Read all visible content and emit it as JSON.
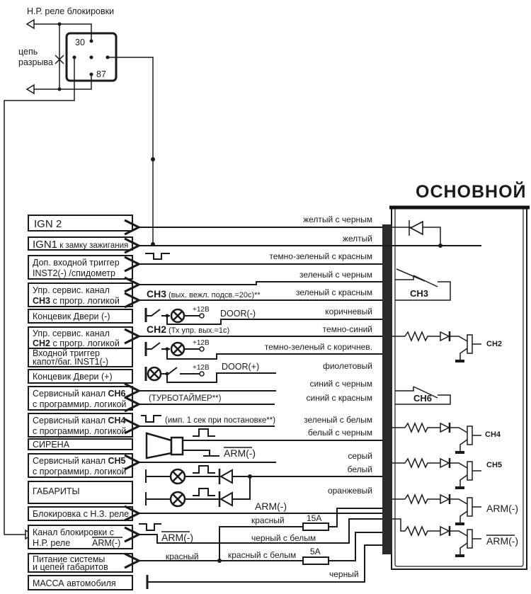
{
  "relay": {
    "title": "Н.Р. реле блокировки",
    "pin30": "30",
    "pin87": "87",
    "break_label_1": "цепь",
    "break_label_2": "разрыва"
  },
  "unit": {
    "title": "ОСНОВНОЙ",
    "ch3": "CH3",
    "ch6": "CH6",
    "ch2": "CH2",
    "ch4": "CH4",
    "ch5": "CH5",
    "arm": "ARM(-)",
    "arm_bar": "ARM(-)"
  },
  "left_boxes": [
    {
      "id": "ign2",
      "line1": "IGN 2"
    },
    {
      "id": "ign1",
      "line1_bold": "IGN1",
      "line1": " к замку зажигания"
    },
    {
      "id": "inst2",
      "line1": "Доп. входной триггер",
      "line2": "INST2(-) /спидометр"
    },
    {
      "id": "ch3",
      "line1": "Упр. сервис. канал",
      "line2_bold": "CH3",
      "line2": " с прогр. логикой"
    },
    {
      "id": "door_minus",
      "line1": "Концевик Двери (-)"
    },
    {
      "id": "ch2",
      "line1": "Упр. сервис. канал",
      "line2_bold": "CH2",
      "line2": " с прогр. логикой"
    },
    {
      "id": "inst1",
      "line1": "Входной триггер",
      "line2": "капот/баг. INST1(-)"
    },
    {
      "id": "door_plus",
      "line1": "Концевик Двери (+)"
    },
    {
      "id": "ch6",
      "line1": "Сервисный канал ",
      "line1_bold": "CH6",
      "line2": "с программир. логикой"
    },
    {
      "id": "ch4",
      "line1": "Сервисный канал ",
      "line1_bold": "CH4",
      "line2": "с программир. логикой"
    },
    {
      "id": "siren",
      "line1": "СИРЕНА"
    },
    {
      "id": "ch5",
      "line1": "Сервисный канал ",
      "line1_bold": "CH5",
      "line2": "с программир. логикой"
    },
    {
      "id": "parking",
      "line1": "ГАБАРИТЫ"
    },
    {
      "id": "nc_block",
      "line1": "Блокировка с Н.З. реле"
    },
    {
      "id": "no_block",
      "line1": "Канал блокировки с",
      "line2": "Н.Р. реле",
      "line2_arm": "ARM(-)"
    },
    {
      "id": "power",
      "line1": "Питание системы",
      "line2": "и цепей габаритов"
    },
    {
      "id": "ground",
      "line1": "МАССА автомобиля"
    }
  ],
  "wires": {
    "yellow_black": "желтый с черным",
    "yellow": "желтый",
    "dkgreen_red": "темно-зеленый с красным",
    "green_black": "зеленый с черным",
    "green_red": "зеленый с красным",
    "brown": "коричневый",
    "dkblue": "темно-синий",
    "dkgreen_brown": "темно-зеленый с коричнев.",
    "violet": "фиолетовый",
    "blue_black": "синий с черным",
    "blue_red": "синий с красным",
    "green_white": "зеленый с белым",
    "white_black": "белый с черным",
    "grey": "серый",
    "white": "белый",
    "orange": "оранжевый",
    "red1": "красный",
    "black_white": "черный с белым",
    "red2": "красный",
    "red_white": "красный с белым",
    "black": "черный"
  },
  "notes": {
    "ch3_bold": "CH3",
    "ch3_note": "(вых. вежл. подсв.=20с)**",
    "ch2_bold": "CH2",
    "ch2_note": "(Тх упр. вых.=1с)",
    "plus12": "+12В",
    "door_minus": "DOOR(-)",
    "door_plus": "DOOR(+)",
    "turbo": "(ТУРБОТАЙМЕР**)",
    "ch4_note": "(имп. 1 сек при постановке**)",
    "arm_bar": "ARM(-)",
    "arm": "ARM(-)",
    "fuse15": "15А",
    "fuse5": "5А"
  }
}
